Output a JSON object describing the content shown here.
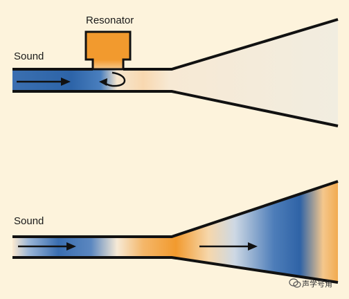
{
  "top_figure": {
    "sound_label": "Sound",
    "resonator_label": "Resonator"
  },
  "bottom_figure": {
    "sound_label": "Sound"
  },
  "watermark": {
    "text": "声学号角",
    "icon": "wechat-icon"
  },
  "colors": {
    "background": "#fdf3dc",
    "blue": "#2d64a8",
    "orange": "#f29a2e",
    "outline": "#111111"
  }
}
